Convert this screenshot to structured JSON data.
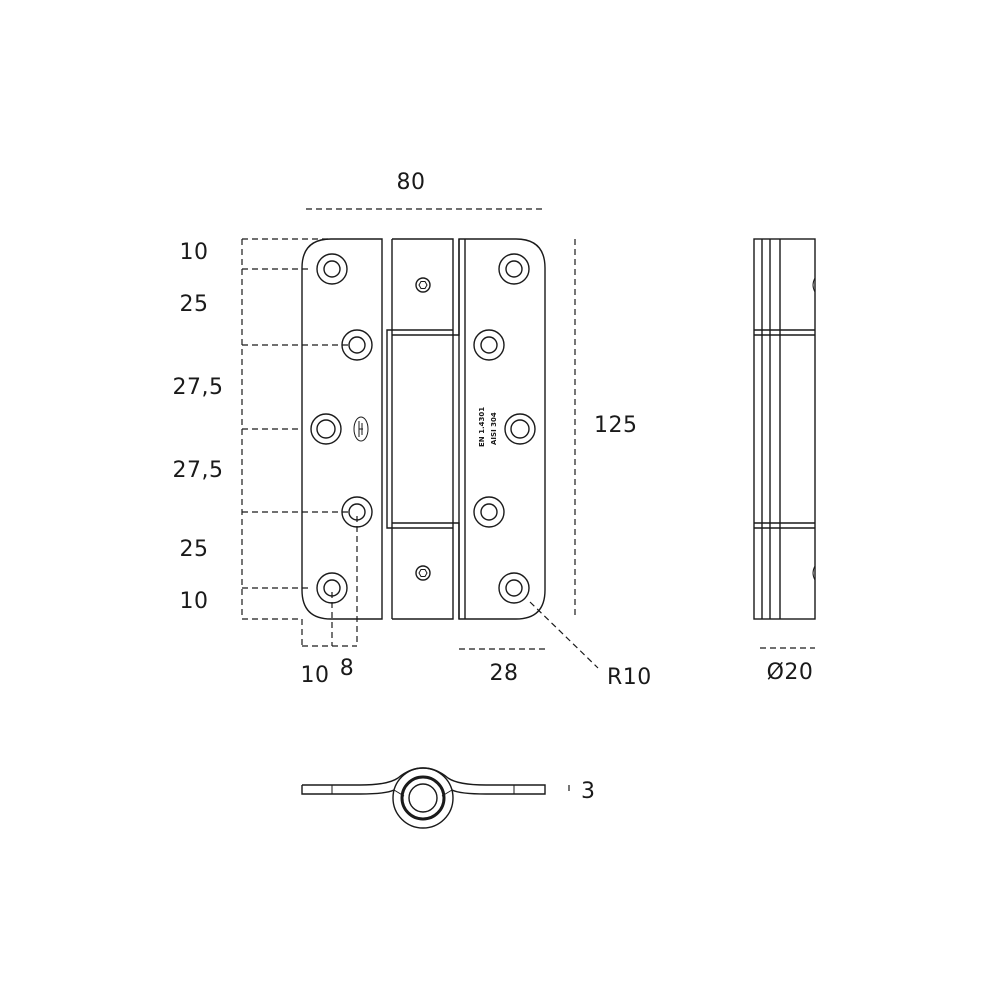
{
  "dimensions": {
    "width_total": "80",
    "height_total": "125",
    "top_edge": "10",
    "spacing_1": "25",
    "spacing_2": "27,5",
    "spacing_3": "27,5",
    "spacing_4": "25",
    "bottom_edge": "10",
    "hole_offset_1": "10",
    "hole_offset_2": "8",
    "leaf_width": "28",
    "corner_radius": "R10",
    "knuckle_diameter": "Ø20",
    "thickness": "3"
  },
  "stamp": {
    "line1": "EN 1.4301",
    "line2": "AISI 304"
  }
}
